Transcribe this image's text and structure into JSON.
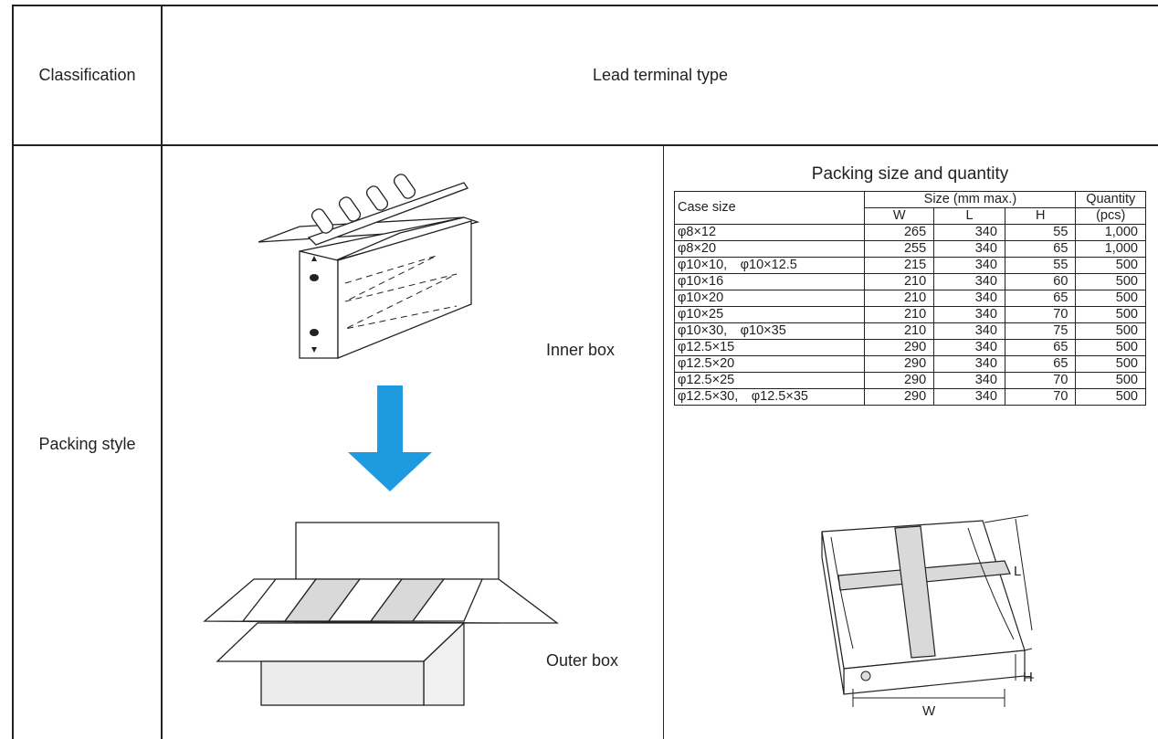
{
  "header": {
    "classification_label": "Classification",
    "type_label": "Lead terminal type"
  },
  "row": {
    "label": "Packing style",
    "inner_box_label": "Inner box",
    "outer_box_label": "Outer box"
  },
  "packing_table": {
    "title": "Packing size and quantity",
    "col_case": "Case size",
    "col_size": "Size (mm max.)",
    "col_qty": "Quantity",
    "col_qty_unit": "(pcs)",
    "col_w": "W",
    "col_l": "L",
    "col_h": "H",
    "rows": [
      {
        "case": "φ8×12",
        "w": "265",
        "l": "340",
        "h": "55",
        "q": "1,000"
      },
      {
        "case": "φ8×20",
        "w": "255",
        "l": "340",
        "h": "65",
        "q": "1,000"
      },
      {
        "case": "φ10×10,　φ10×12.5",
        "w": "215",
        "l": "340",
        "h": "55",
        "q": "500"
      },
      {
        "case": "φ10×16",
        "w": "210",
        "l": "340",
        "h": "60",
        "q": "500"
      },
      {
        "case": "φ10×20",
        "w": "210",
        "l": "340",
        "h": "65",
        "q": "500"
      },
      {
        "case": "φ10×25",
        "w": "210",
        "l": "340",
        "h": "70",
        "q": "500"
      },
      {
        "case": "φ10×30,　φ10×35",
        "w": "210",
        "l": "340",
        "h": "75",
        "q": "500"
      },
      {
        "case": "φ12.5×15",
        "w": "290",
        "l": "340",
        "h": "65",
        "q": "500"
      },
      {
        "case": "φ12.5×20",
        "w": "290",
        "l": "340",
        "h": "65",
        "q": "500"
      },
      {
        "case": "φ12.5×25",
        "w": "290",
        "l": "340",
        "h": "70",
        "q": "500"
      },
      {
        "case": "φ12.5×30,　φ12.5×35",
        "w": "290",
        "l": "340",
        "h": "70",
        "q": "500"
      }
    ]
  },
  "dimension_labels": {
    "w": "W",
    "l": "L",
    "h": "H"
  },
  "colors": {
    "arrow": "#1e9ae0",
    "line": "#222222",
    "tape": "#d9d9d9"
  }
}
